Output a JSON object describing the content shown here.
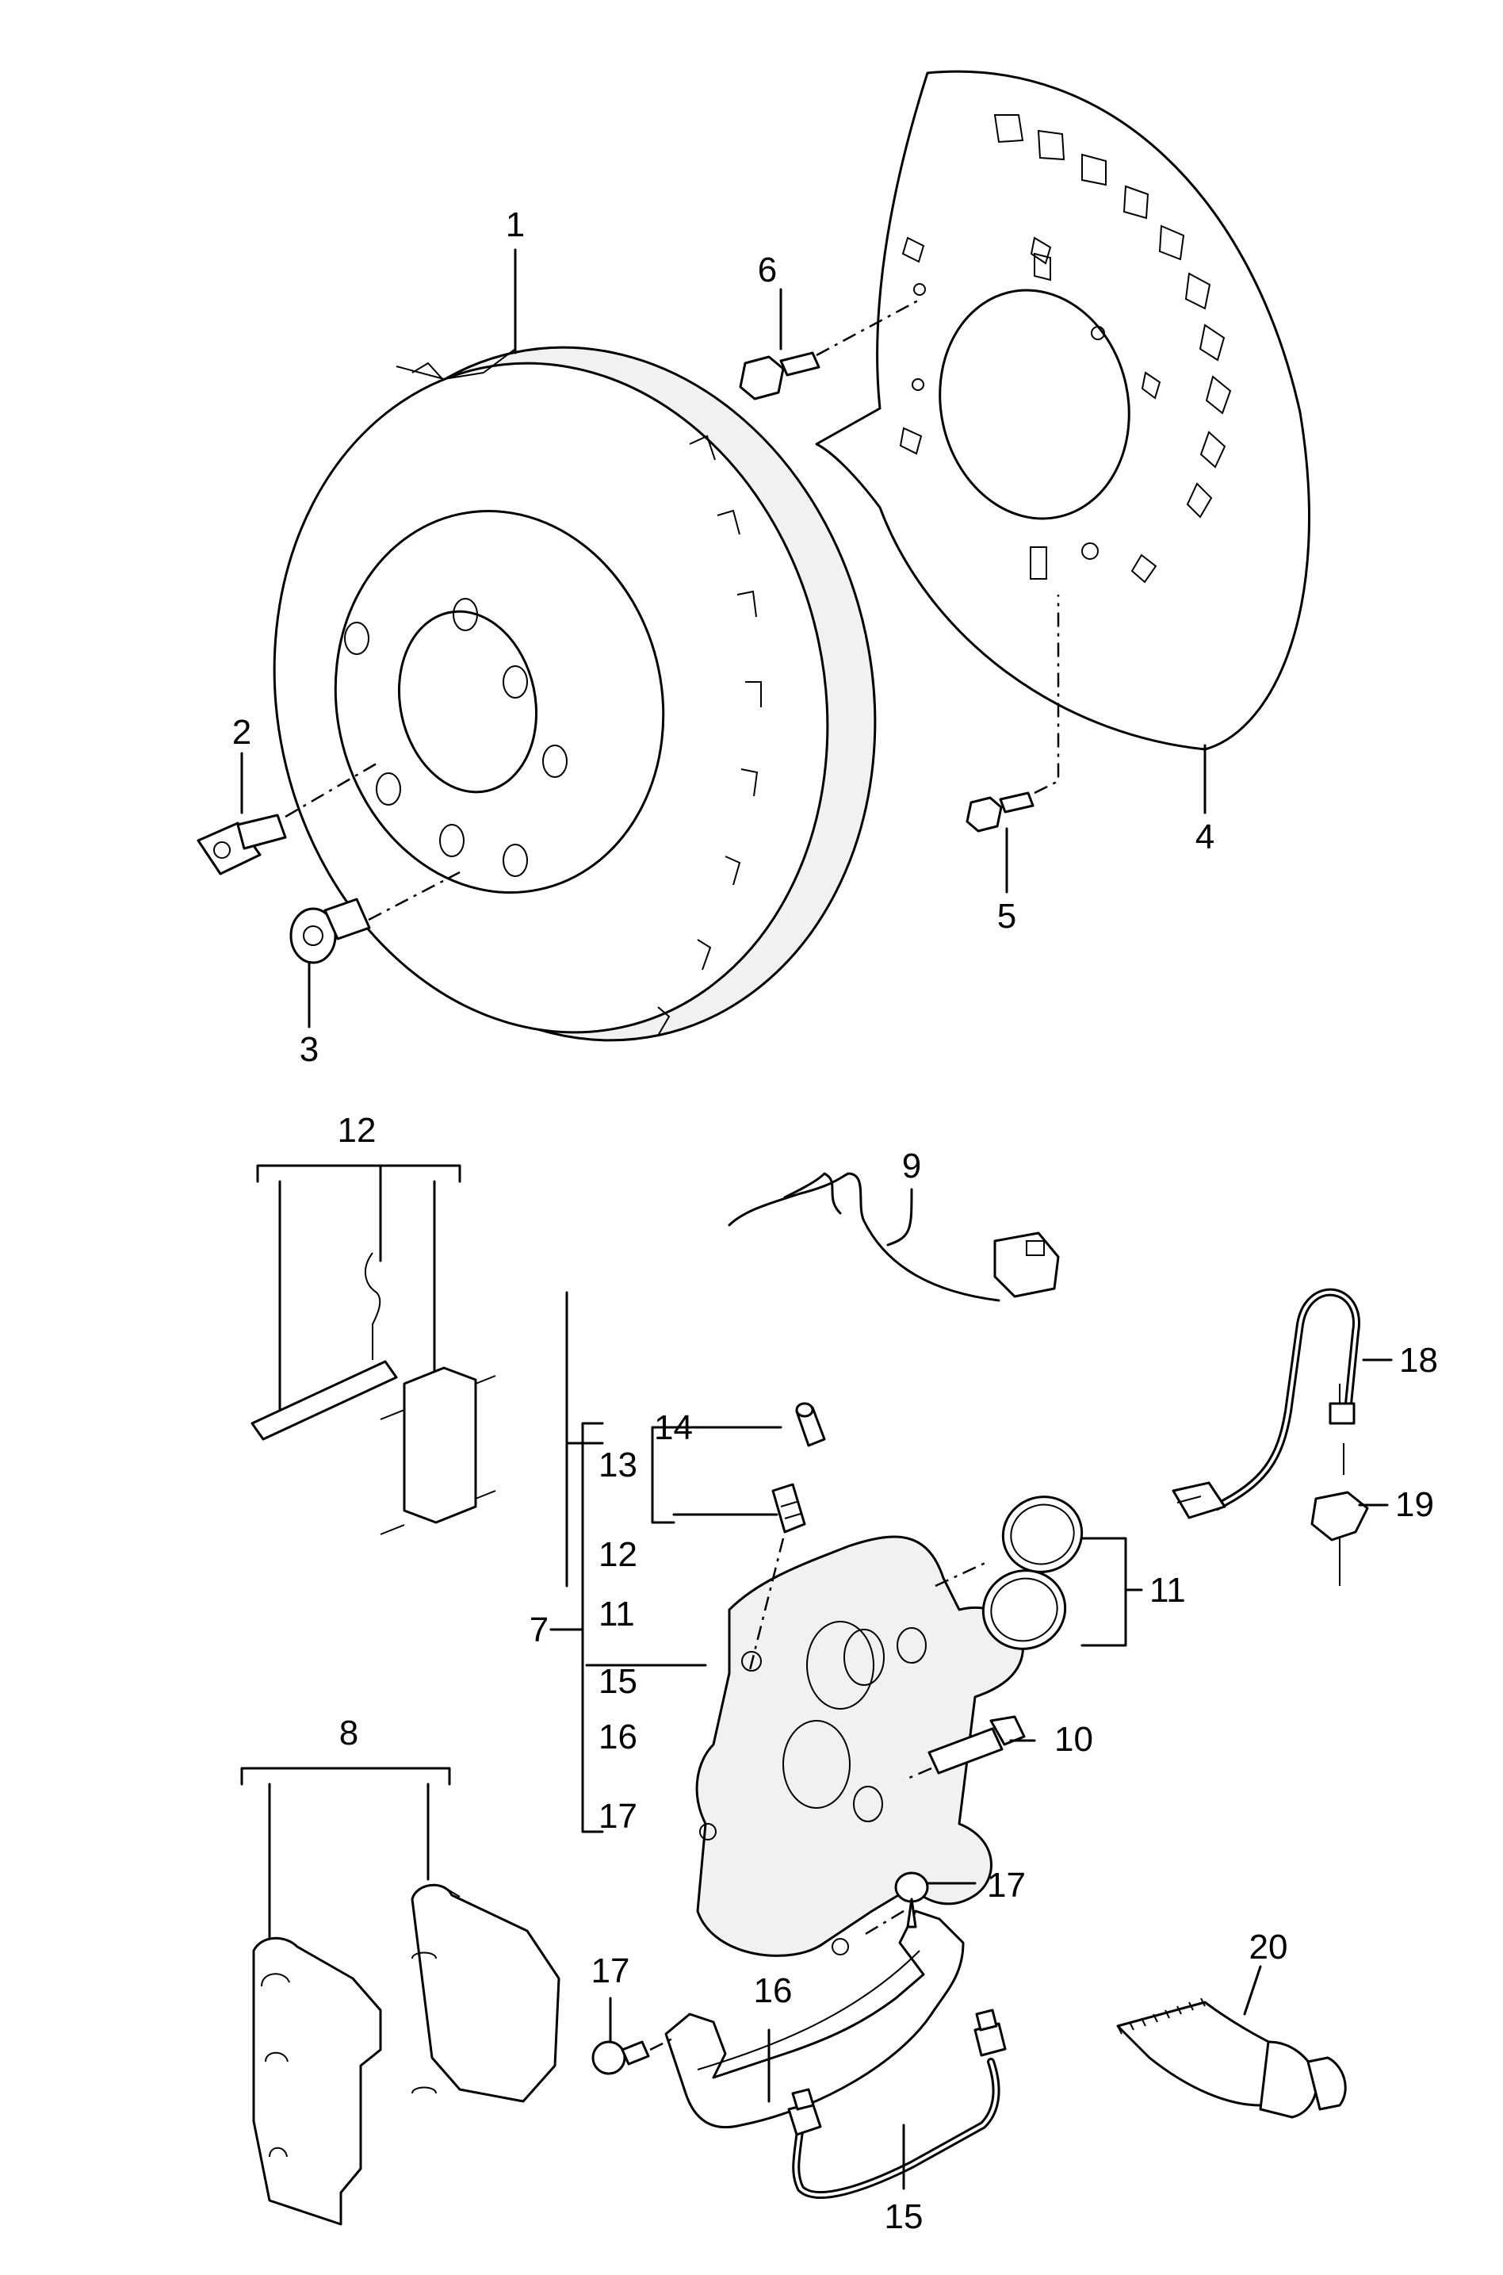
{
  "callouts": {
    "c1": "1",
    "c2": "2",
    "c3": "3",
    "c4": "4",
    "c5": "5",
    "c6": "6",
    "c7": "7",
    "c8": "8",
    "c9": "9",
    "c10": "10",
    "c11": "11",
    "c11b": "11",
    "c12": "12",
    "c12b": "12",
    "c13": "13",
    "c14": "14",
    "c15": "15",
    "c15b": "15",
    "c16": "16",
    "c16b": "16",
    "c17": "17",
    "c17b": "17",
    "c17c": "17",
    "c18": "18",
    "c19": "19",
    "c20": "20"
  }
}
